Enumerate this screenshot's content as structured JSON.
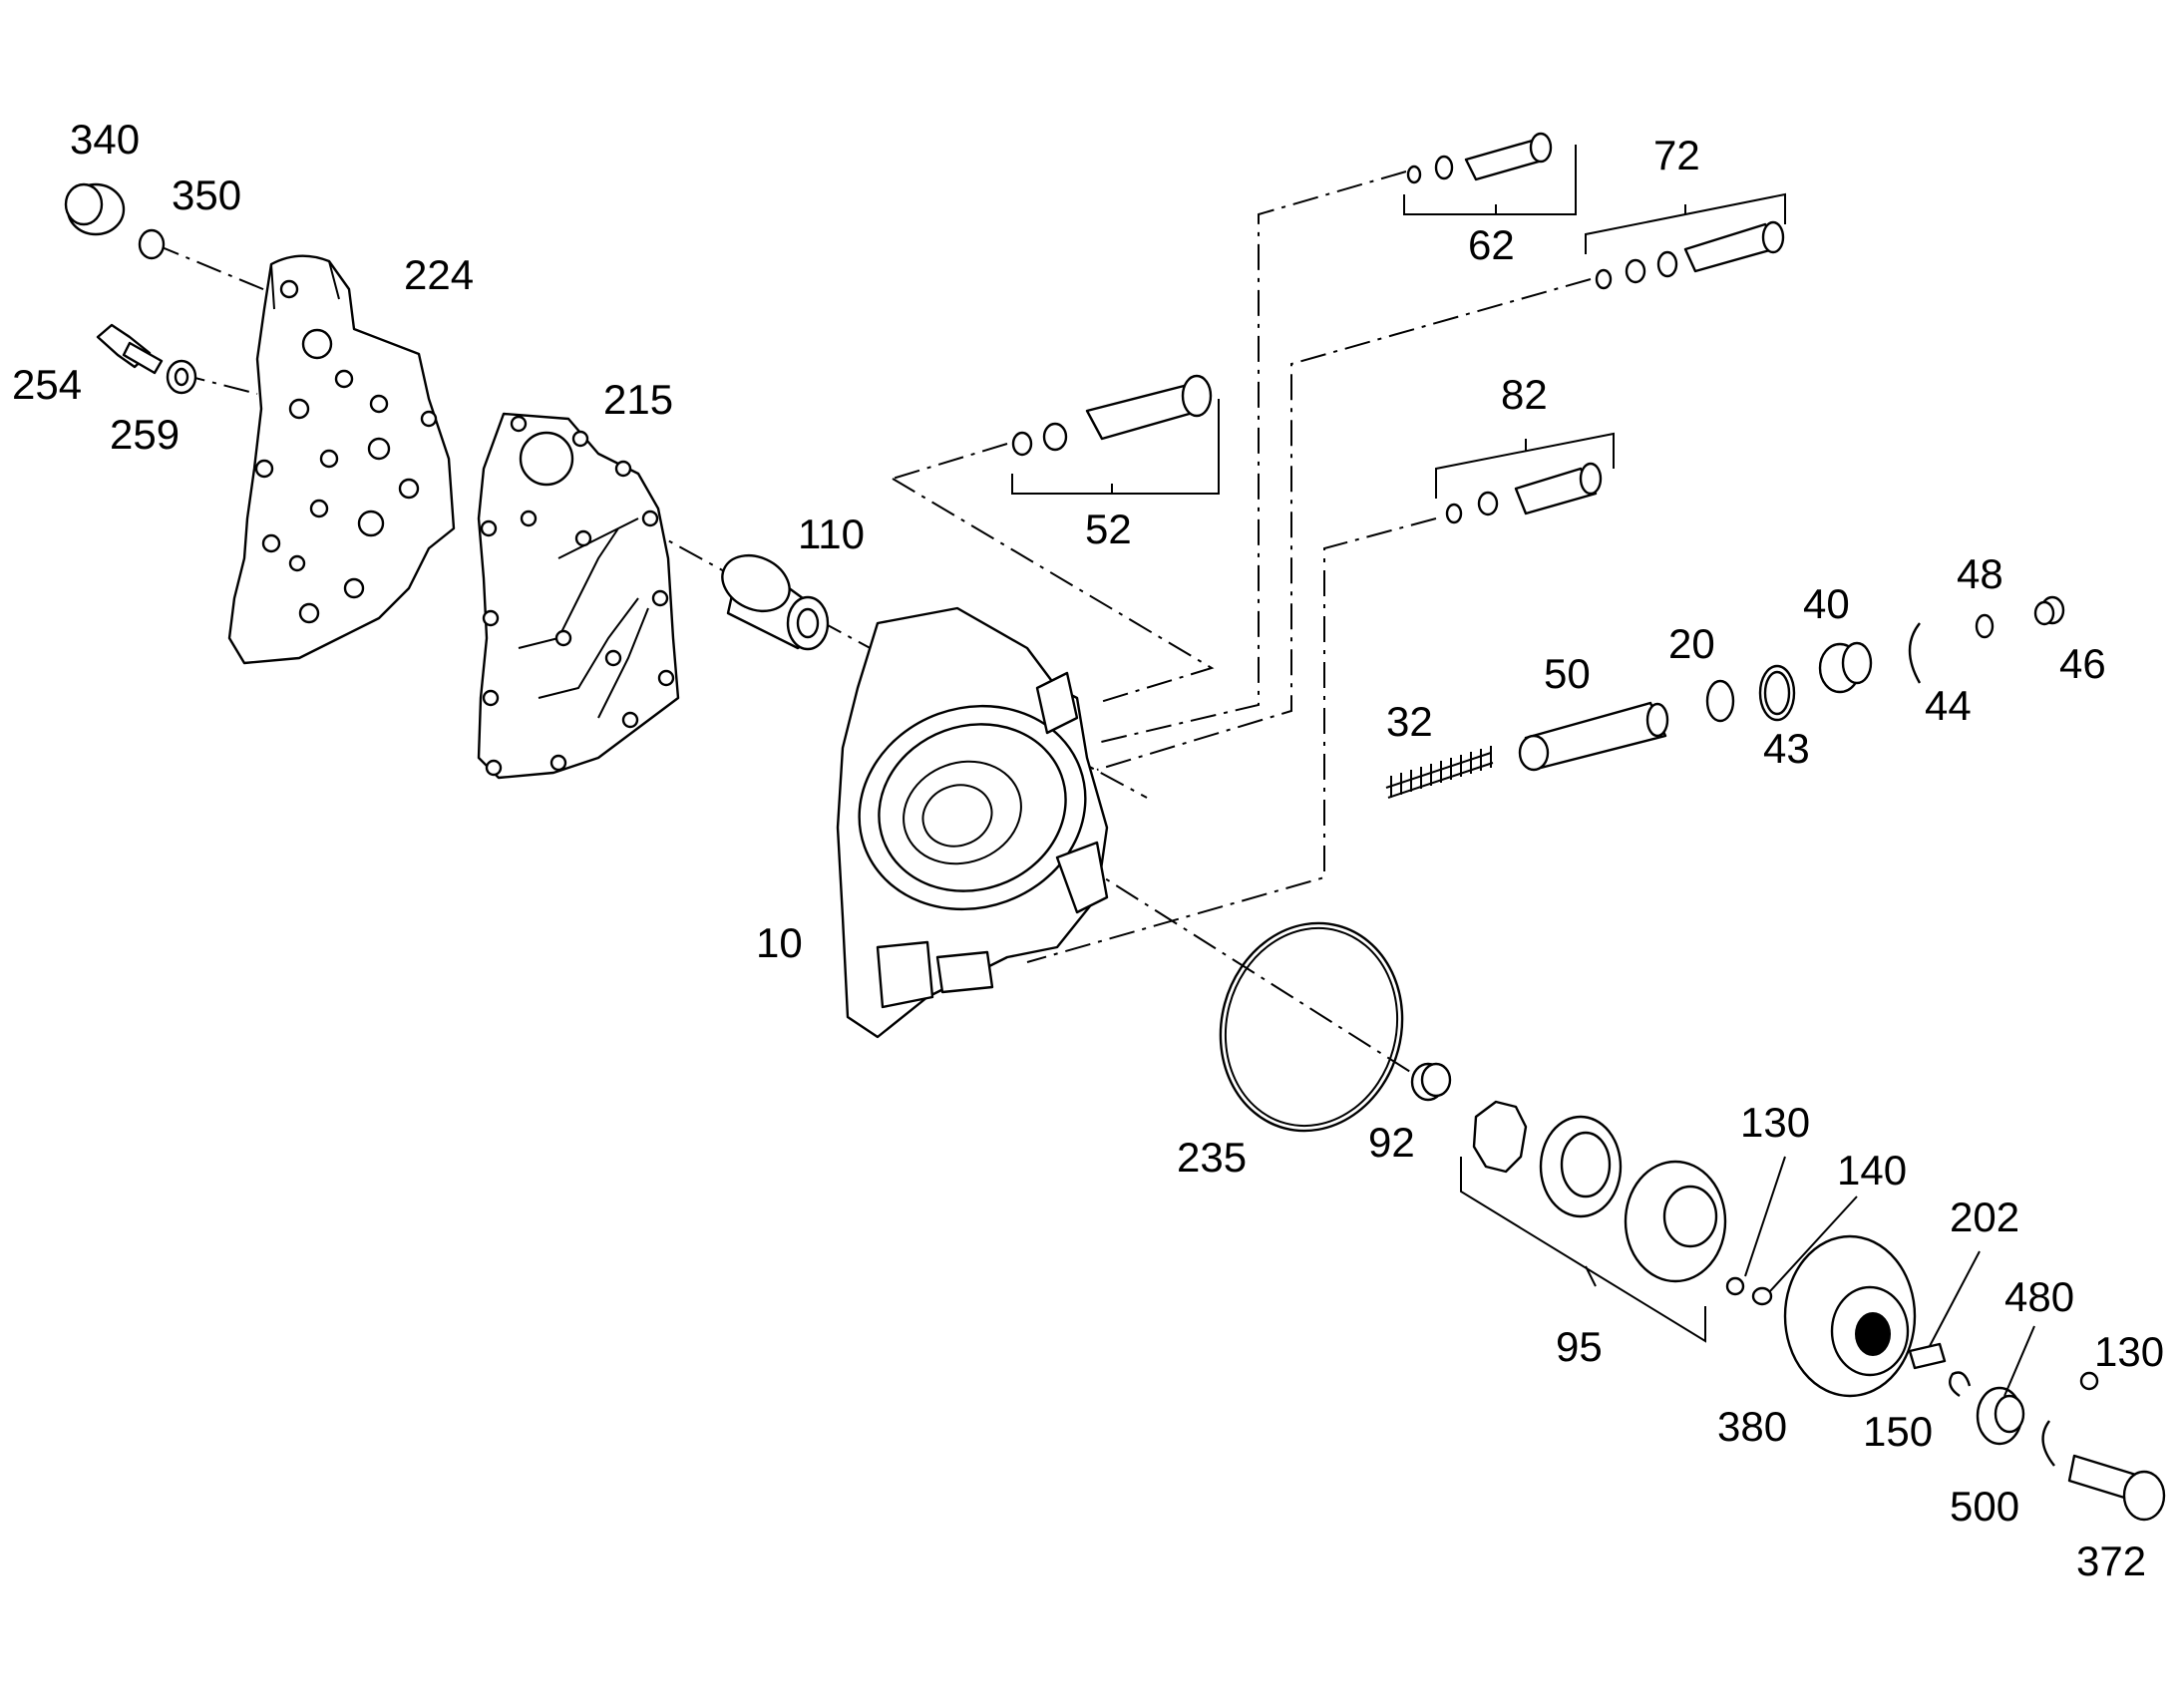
{
  "diagram": {
    "labels": [
      {
        "id": "340",
        "text": "340"
      },
      {
        "id": "350",
        "text": "350"
      },
      {
        "id": "224",
        "text": "224"
      },
      {
        "id": "254",
        "text": "254"
      },
      {
        "id": "259",
        "text": "259"
      },
      {
        "id": "215",
        "text": "215"
      },
      {
        "id": "110",
        "text": "110"
      },
      {
        "id": "52",
        "text": "52"
      },
      {
        "id": "62",
        "text": "62"
      },
      {
        "id": "72",
        "text": "72"
      },
      {
        "id": "82",
        "text": "82"
      },
      {
        "id": "48",
        "text": "48"
      },
      {
        "id": "40",
        "text": "40"
      },
      {
        "id": "46",
        "text": "46"
      },
      {
        "id": "20",
        "text": "20"
      },
      {
        "id": "50",
        "text": "50"
      },
      {
        "id": "44",
        "text": "44"
      },
      {
        "id": "32",
        "text": "32"
      },
      {
        "id": "43",
        "text": "43"
      },
      {
        "id": "10",
        "text": "10"
      },
      {
        "id": "235",
        "text": "235"
      },
      {
        "id": "92",
        "text": "92"
      },
      {
        "id": "130a",
        "text": "130"
      },
      {
        "id": "140",
        "text": "140"
      },
      {
        "id": "202",
        "text": "202"
      },
      {
        "id": "480",
        "text": "480"
      },
      {
        "id": "95",
        "text": "95"
      },
      {
        "id": "130b",
        "text": "130"
      },
      {
        "id": "380",
        "text": "380"
      },
      {
        "id": "150",
        "text": "150"
      },
      {
        "id": "500",
        "text": "500"
      },
      {
        "id": "372",
        "text": "372"
      }
    ]
  }
}
